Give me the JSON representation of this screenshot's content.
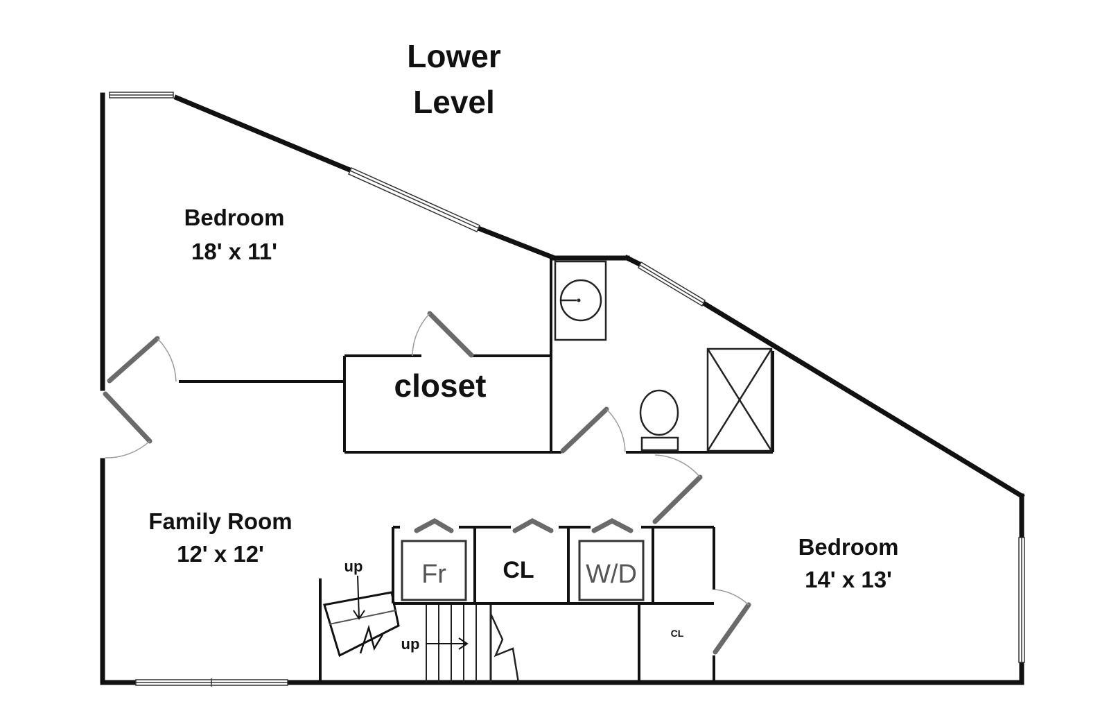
{
  "title_line1": "Lower",
  "title_line2": "Level",
  "rooms": {
    "bedroom_1": {
      "name": "Bedroom",
      "dims": "18' x 11'"
    },
    "closet": {
      "name": "closet"
    },
    "family_room": {
      "name": "Family Room",
      "dims": "12' x 12'"
    },
    "bedroom_2": {
      "name": "Bedroom",
      "dims": "14' x 13'"
    }
  },
  "utility": {
    "fridge": "Fr",
    "closet_1": "CL",
    "washer_dryer": "W/D",
    "closet_2": "CL"
  },
  "stairs": {
    "up_1": "up",
    "up_2": "up"
  }
}
